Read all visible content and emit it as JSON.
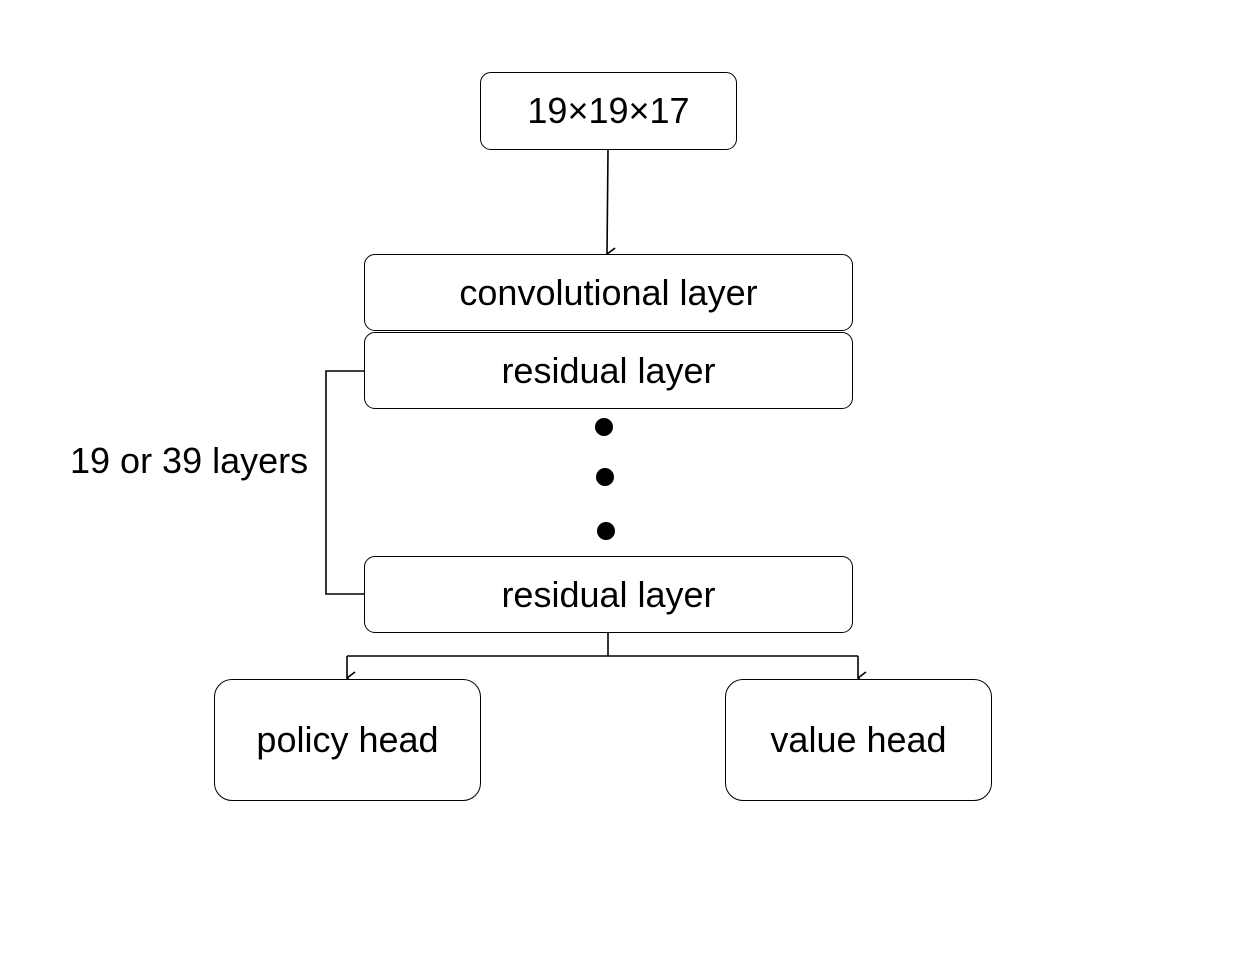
{
  "diagram": {
    "input_label": "19×19×17",
    "conv_label": "convolutional layer",
    "residual_first_label": "residual layer",
    "residual_last_label": "residual layer",
    "repeat_label": "19 or 39 layers",
    "policy_label": "policy head",
    "value_label": "value head"
  },
  "colors": {
    "stroke": "#000000",
    "background": "#ffffff"
  }
}
